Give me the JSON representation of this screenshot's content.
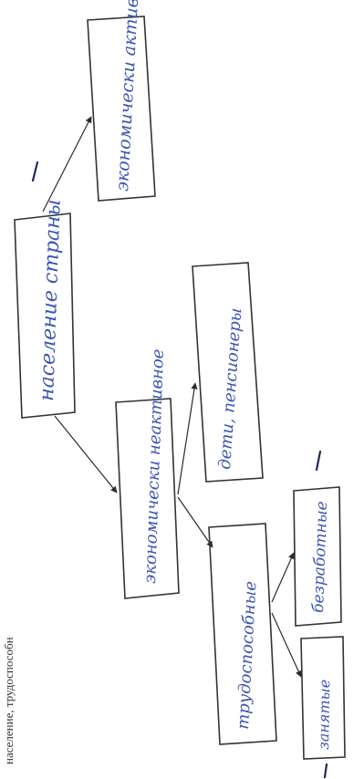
{
  "header_text": "население, трудоспособн",
  "nodes": {
    "root": "население страны",
    "active": "экономически активные",
    "inactive": "экономически неактивное",
    "children_pensioners": "дети, пенсионеры",
    "employable": "трудоспособные",
    "employed": "занятые",
    "unemployed": "безработные"
  },
  "colors": {
    "ink": "#3b55b5",
    "lines": "#2b2b2b"
  }
}
